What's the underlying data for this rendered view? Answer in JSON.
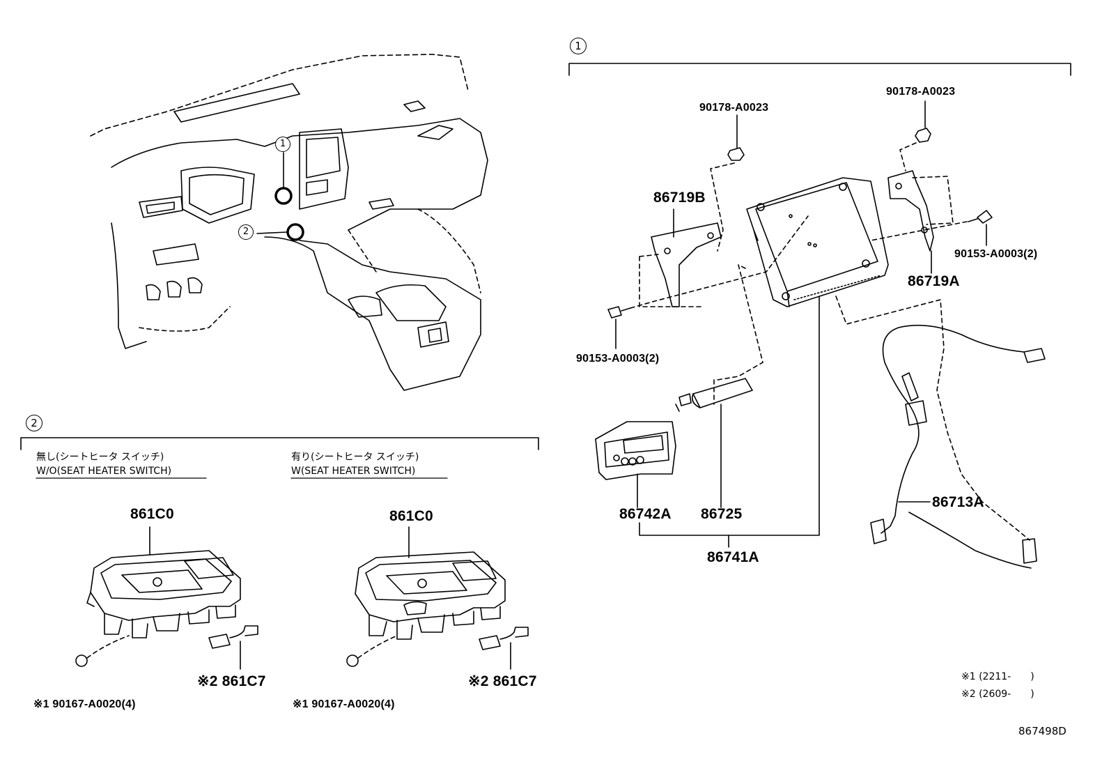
{
  "sections": {
    "section1_marker": "1",
    "section2_marker": "2"
  },
  "callouts": {
    "dash_marker_1": "1",
    "dash_marker_2": "2"
  },
  "section2": {
    "left_caption_jp": "無し(シートヒータ スイッチ)",
    "left_caption_en": "W/O(SEAT HEATER SWITCH)",
    "right_caption_jp": "有り(シートヒータ スイッチ)",
    "right_caption_en": "W(SEAT HEATER SWITCH)",
    "left_part_top": "861C0",
    "left_part_screw": "※1 90167-A0020(4)",
    "left_part_conn": "※2 861C7",
    "right_part_top": "861C0",
    "right_part_screw": "※1 90167-A0020(4)",
    "right_part_conn": "※2 861C7"
  },
  "section1": {
    "nut_left": "90178-A0023",
    "nut_right": "90178-A0023",
    "bracket_left": "86719B",
    "bracket_right": "86719A",
    "bolt_left": "90153-A0003(2)",
    "bolt_right": "90153-A0003(2)",
    "module_a": "86742A",
    "module_b": "86725",
    "assembly": "86741A",
    "harness": "86713A"
  },
  "notes": {
    "note1": "※1 (2211-　　)",
    "note2": "※2 (2609-　　)"
  },
  "diagram_id": "867498D"
}
